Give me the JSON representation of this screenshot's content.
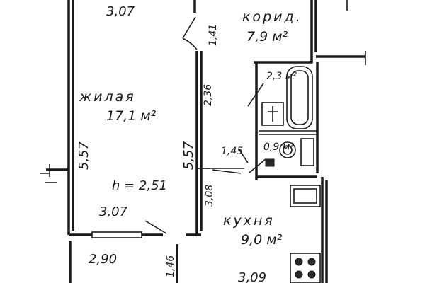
{
  "living_room": {
    "name": "жилая",
    "area": "17,1 м²",
    "width_top": "3,07",
    "width_bottom": "3,07",
    "length_left": "5,57",
    "length_right": "5,57",
    "ceiling_height": "h = 2,51"
  },
  "corridor": {
    "name": "корид.",
    "area": "7,9 м²",
    "door_width": "1,41",
    "wall_length": "2,36",
    "segment": "1,45"
  },
  "bathroom": {
    "area": "2,3 м²"
  },
  "toilet": {
    "area": "0,9 м²"
  },
  "kitchen": {
    "name": "кухня",
    "area": "9,0 м²",
    "width": "3,09",
    "depth": "3,08"
  },
  "balcony": {
    "width": "2,90",
    "depth": "1,46"
  }
}
